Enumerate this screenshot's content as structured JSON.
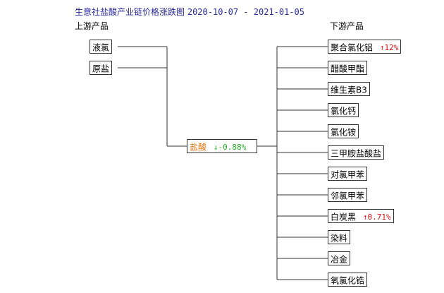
{
  "title": {
    "site": "生意社盐酸产业链价格涨跌图",
    "range": "2020-10-07 - 2021-01-05"
  },
  "headers": {
    "upstream": "上游产品",
    "downstream": "下游产品"
  },
  "center": {
    "name": "盐酸",
    "change": "↓-0.88%",
    "direction": "down"
  },
  "upstream": [
    {
      "name": "液氯"
    },
    {
      "name": "原盐"
    }
  ],
  "downstream": [
    {
      "name": "聚合氯化铝",
      "change": "↑12%",
      "direction": "up"
    },
    {
      "name": "醋酸甲酯"
    },
    {
      "name": "维生素B3"
    },
    {
      "name": "氯化钙"
    },
    {
      "name": "氯化铵"
    },
    {
      "name": "三甲胺盐酸盐"
    },
    {
      "name": "对氯甲苯"
    },
    {
      "name": "邻氯甲苯"
    },
    {
      "name": "白炭黑",
      "change": "↑0.71%",
      "direction": "up"
    },
    {
      "name": "染料"
    },
    {
      "name": "冶金"
    },
    {
      "name": "氧氯化锆"
    }
  ],
  "colors": {
    "title": "#2a2a9a",
    "up": "#e01010",
    "down": "#22b022",
    "center_name": "#e07010"
  }
}
